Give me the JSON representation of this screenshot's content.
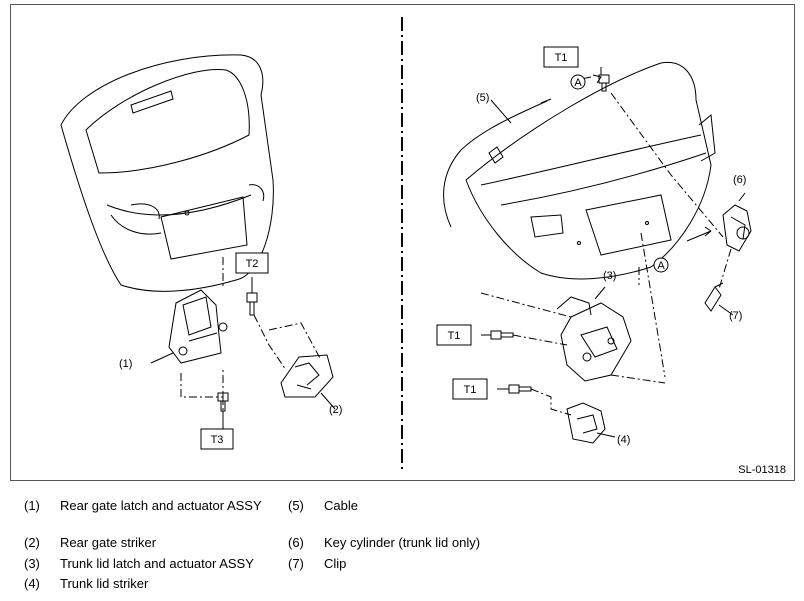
{
  "figure": {
    "code": "SL-01318",
    "torque_tags": {
      "t2": "T2",
      "t3": "T3",
      "t1_top": "T1",
      "t1_latch": "T1",
      "t1_striker": "T1"
    },
    "view_markers": {
      "a_top": "A",
      "a_right": "A"
    },
    "callouts": {
      "c1": "(1)",
      "c2": "(2)",
      "c3": "(3)",
      "c4": "(4)",
      "c5": "(5)",
      "c6": "(6)",
      "c7": "(7)"
    }
  },
  "legend": [
    {
      "num": "(1)",
      "text": "Rear gate latch and actuator ASSY"
    },
    {
      "num": "(2)",
      "text": "Rear gate striker"
    },
    {
      "num": "(3)",
      "text": "Trunk lid latch and actuator ASSY"
    },
    {
      "num": "(4)",
      "text": "Trunk lid striker"
    },
    {
      "num": "(5)",
      "text": "Cable"
    },
    {
      "num": "(6)",
      "text": "Key cylinder (trunk lid only)"
    },
    {
      "num": "(7)",
      "text": "Clip"
    }
  ]
}
